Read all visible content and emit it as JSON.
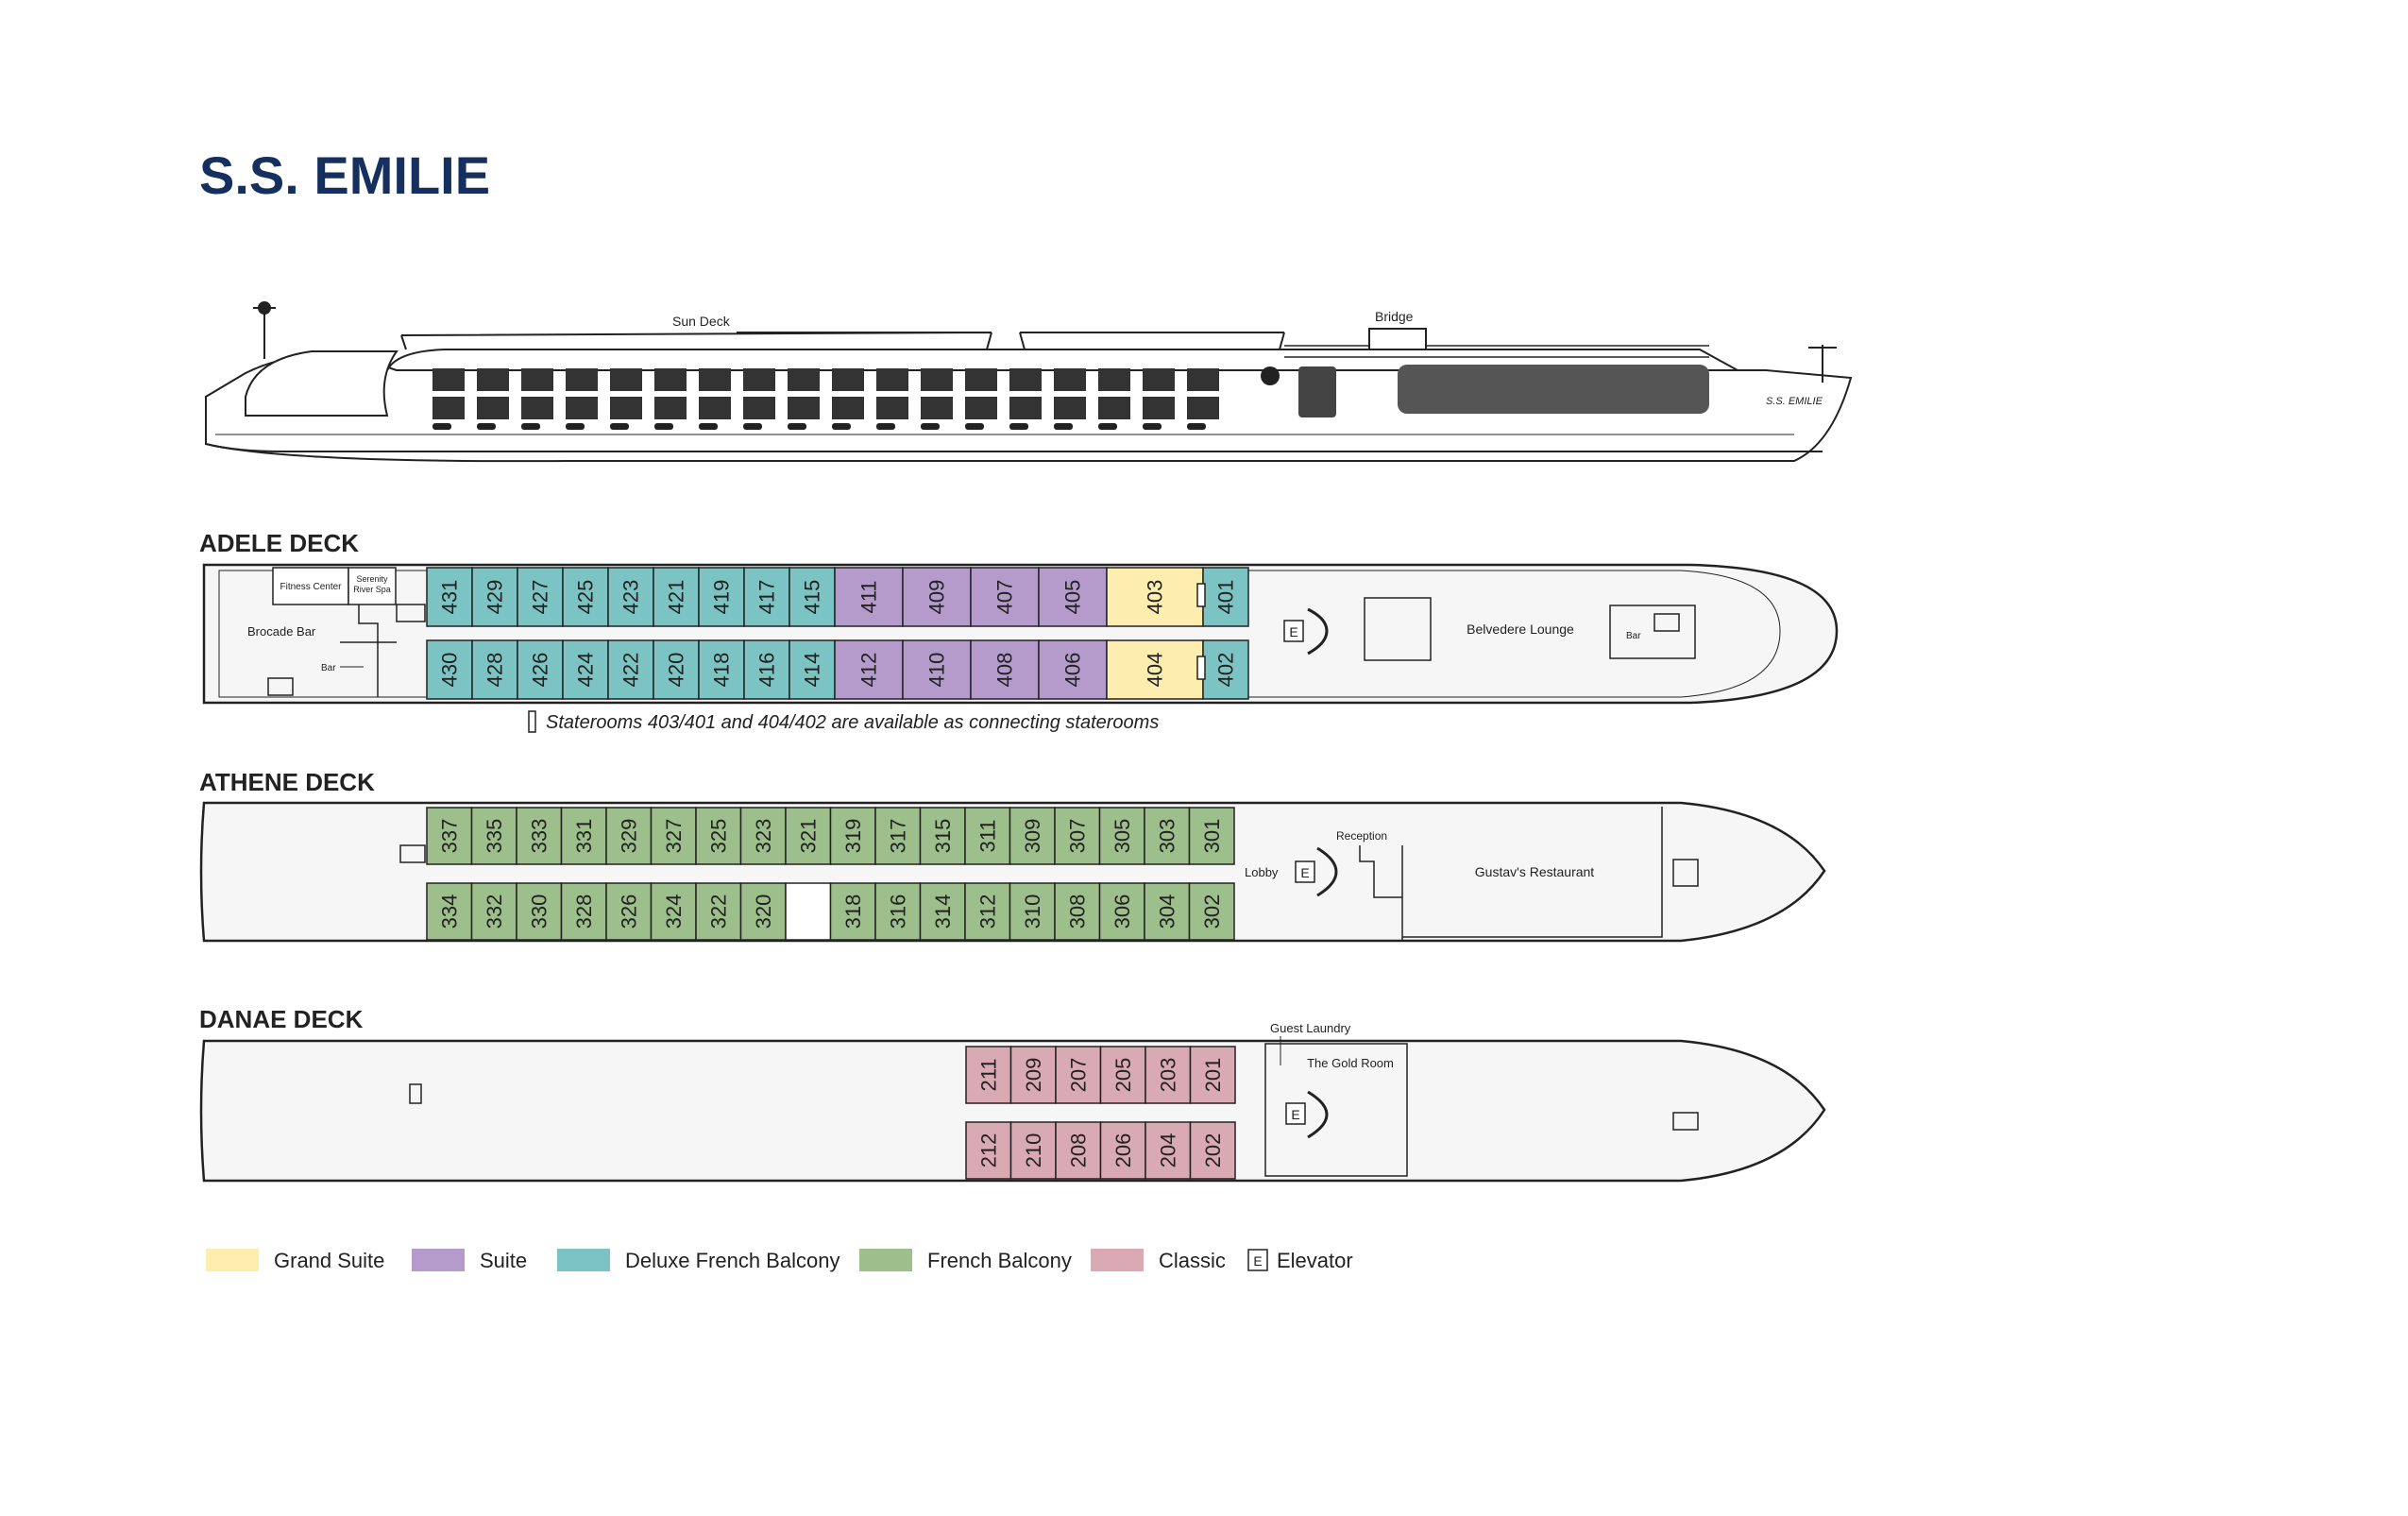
{
  "title": "S.S. EMILIE",
  "colors": {
    "grand_suite": "#fdeeb0",
    "suite": "#b49bcb",
    "deluxe_french_balcony": "#7cc4c4",
    "french_balcony": "#9dbf8c",
    "classic": "#d9aab4",
    "outline": "#222222",
    "deck_fill": "#f6f6f6",
    "title": "#15305e"
  },
  "profile": {
    "sun_deck_label": "Sun Deck",
    "bridge_label": "Bridge",
    "ship_name_label": "S.S. EMILIE"
  },
  "adele": {
    "name": "ADELE DECK",
    "note": "Staterooms 403/401 and 404/402 are available as connecting staterooms",
    "labels": {
      "fitness": "Fitness Center",
      "spa_line1": "Serenity",
      "spa_line2": "River Spa",
      "brocade_bar": "Brocade Bar",
      "bar_small": "Bar",
      "belvedere": "Belvedere Lounge",
      "lounge_bar": "Bar",
      "elevator": "E"
    },
    "top_row": [
      {
        "num": "431",
        "cat": "deluxe_french_balcony"
      },
      {
        "num": "429",
        "cat": "deluxe_french_balcony"
      },
      {
        "num": "427",
        "cat": "deluxe_french_balcony"
      },
      {
        "num": "425",
        "cat": "deluxe_french_balcony"
      },
      {
        "num": "423",
        "cat": "deluxe_french_balcony"
      },
      {
        "num": "421",
        "cat": "deluxe_french_balcony"
      },
      {
        "num": "419",
        "cat": "deluxe_french_balcony"
      },
      {
        "num": "417",
        "cat": "deluxe_french_balcony"
      },
      {
        "num": "415",
        "cat": "deluxe_french_balcony"
      },
      {
        "num": "411",
        "cat": "suite"
      },
      {
        "num": "409",
        "cat": "suite"
      },
      {
        "num": "407",
        "cat": "suite"
      },
      {
        "num": "405",
        "cat": "suite"
      },
      {
        "num": "403",
        "cat": "grand_suite"
      },
      {
        "num": "401",
        "cat": "deluxe_french_balcony"
      }
    ],
    "bottom_row": [
      {
        "num": "430",
        "cat": "deluxe_french_balcony"
      },
      {
        "num": "428",
        "cat": "deluxe_french_balcony"
      },
      {
        "num": "426",
        "cat": "deluxe_french_balcony"
      },
      {
        "num": "424",
        "cat": "deluxe_french_balcony"
      },
      {
        "num": "422",
        "cat": "deluxe_french_balcony"
      },
      {
        "num": "420",
        "cat": "deluxe_french_balcony"
      },
      {
        "num": "418",
        "cat": "deluxe_french_balcony"
      },
      {
        "num": "416",
        "cat": "deluxe_french_balcony"
      },
      {
        "num": "414",
        "cat": "deluxe_french_balcony"
      },
      {
        "num": "412",
        "cat": "suite"
      },
      {
        "num": "410",
        "cat": "suite"
      },
      {
        "num": "408",
        "cat": "suite"
      },
      {
        "num": "406",
        "cat": "suite"
      },
      {
        "num": "404",
        "cat": "grand_suite"
      },
      {
        "num": "402",
        "cat": "deluxe_french_balcony"
      }
    ]
  },
  "athene": {
    "name": "ATHENE DECK",
    "labels": {
      "lobby": "Lobby",
      "reception": "Reception",
      "restaurant": "Gustav's Restaurant",
      "elevator": "E"
    },
    "top_row": [
      "337",
      "335",
      "333",
      "331",
      "329",
      "327",
      "325",
      "323",
      "321",
      "319",
      "317",
      "315",
      "311",
      "309",
      "307",
      "305",
      "303",
      "301"
    ],
    "bottom_row": [
      "334",
      "332",
      "330",
      "328",
      "326",
      "324",
      "322",
      "320",
      "",
      "318",
      "316",
      "314",
      "312",
      "310",
      "308",
      "306",
      "304",
      "302"
    ],
    "cat": "french_balcony"
  },
  "danae": {
    "name": "DANAE DECK",
    "labels": {
      "guest_laundry": "Guest Laundry",
      "gold_room": "The Gold Room",
      "elevator": "E"
    },
    "top_row": [
      "211",
      "209",
      "207",
      "205",
      "203",
      "201"
    ],
    "bottom_row": [
      "212",
      "210",
      "208",
      "206",
      "204",
      "202"
    ],
    "cat": "classic"
  },
  "legend": [
    {
      "label": "Grand Suite",
      "cat": "grand_suite"
    },
    {
      "label": "Suite",
      "cat": "suite"
    },
    {
      "label": "Deluxe French Balcony",
      "cat": "deluxe_french_balcony"
    },
    {
      "label": "French Balcony",
      "cat": "french_balcony"
    },
    {
      "label": "Classic",
      "cat": "classic"
    },
    {
      "label": "Elevator",
      "cat": "elevator",
      "symbol": "E"
    }
  ]
}
